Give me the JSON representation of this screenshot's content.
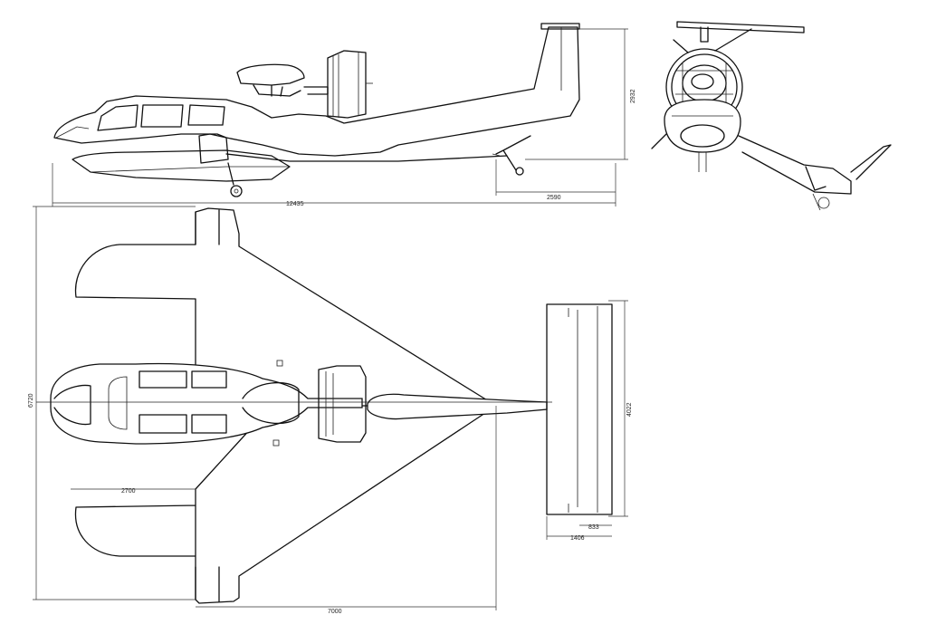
{
  "dimensions": {
    "overall_length": "12435",
    "height": "2932",
    "tail_wheel_offset": "2590",
    "total_span": "6720",
    "wing_chord": "2700",
    "tail_span": "4022",
    "tail_chord_a": "833",
    "tail_chord_b": "1406",
    "bottom_length": "7000"
  },
  "colors": {
    "ink": "#111111",
    "paper": "#ffffff"
  }
}
